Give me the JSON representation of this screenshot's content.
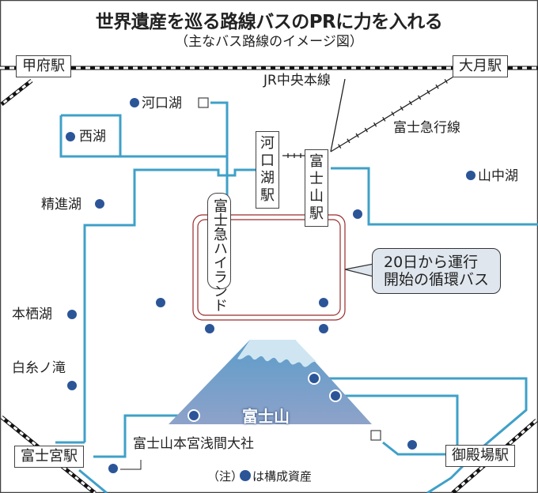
{
  "title": "世界遺産を巡る路線バスのPRに力を入れる",
  "subtitle": "（主なバス路線のイメージ図）",
  "colors": {
    "bus_route": "#3fa0c8",
    "loop_bus": "#9b2a2a",
    "heritage_dot": "#2b5597",
    "callout_bg": "#dfe6ee",
    "fuji_snow": "#cfe6f2",
    "fuji_body_top": "#6aa3cc",
    "fuji_body_bottom": "#8aa0c8"
  },
  "rail_lines": {
    "jr_chuo": "JR中央本線",
    "fujikyu": "富士急行線"
  },
  "stations": {
    "kofu": "甲府駅",
    "otsuki": "大月駅",
    "kawaguchiko": "河口湖駅",
    "fujisan": "富士山駅",
    "fujinomiya": "富士宮駅",
    "gotemba": "御殿場駅"
  },
  "places": {
    "highland": "富士急ハイランド",
    "highland_col1": "富士急",
    "highland_col2": "ハイランド",
    "mt_fuji": "富士山",
    "hongu_sengen": "富士山本宮浅間大社"
  },
  "heritage_sites": [
    {
      "name": "河口湖"
    },
    {
      "name": "西湖"
    },
    {
      "name": "精進湖"
    },
    {
      "name": "山中湖"
    },
    {
      "name": "本栖湖"
    },
    {
      "name": "白糸ノ滝"
    }
  ],
  "callout": {
    "line1": "20日から運行",
    "line2": "開始の循環バス"
  },
  "note": {
    "prefix": "（注）",
    "dot": "●",
    "suffix": "は構成資産"
  }
}
